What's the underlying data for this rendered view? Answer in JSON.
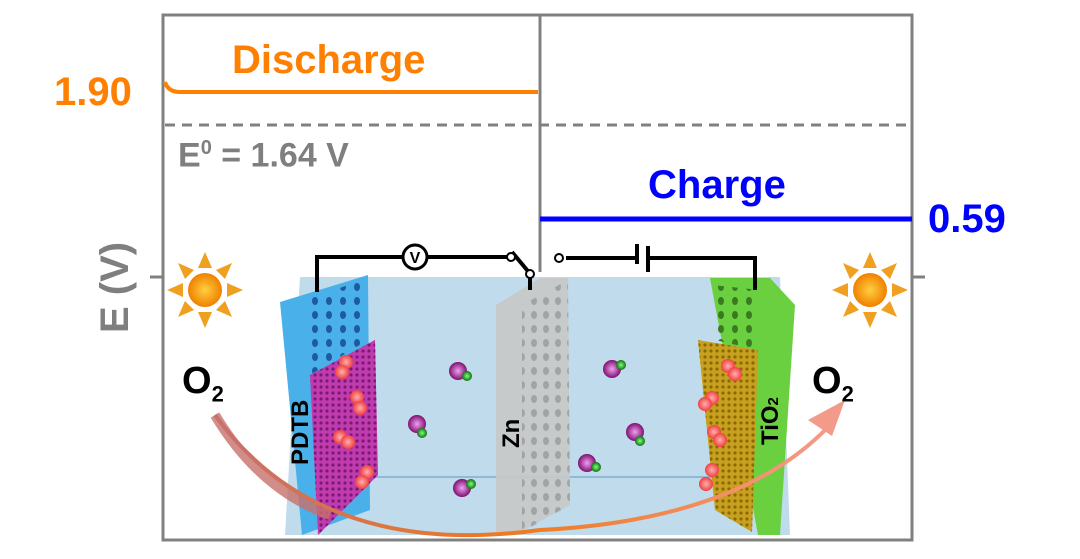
{
  "axis": {
    "ylabel": "E (V)"
  },
  "discharge": {
    "label": "Discharge",
    "value": "1.90",
    "color": "#ff7f00"
  },
  "charge": {
    "label": "Charge",
    "value": "0.59",
    "color": "#0000ff"
  },
  "reference": {
    "label_prefix": "E",
    "label_sup": "0",
    "label_rest": " = 1.64 V",
    "color": "#7f7f7f"
  },
  "cell": {
    "left_electrode": "PDTB",
    "center_electrode": "Zn",
    "right_electrode_main": "TiO",
    "right_electrode_sub": "2",
    "voltmeter": "V",
    "left_gas": "O",
    "left_gas_sub": "2",
    "right_gas": "O",
    "right_gas_sub": "2"
  }
}
